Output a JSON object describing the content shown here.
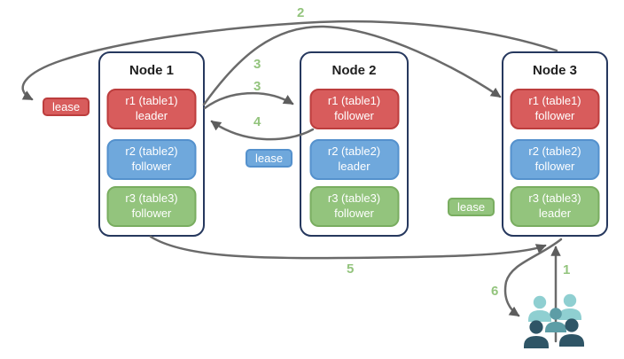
{
  "colors": {
    "red-fill": "#d85c5c",
    "red-border": "#bc3d3d",
    "blue-fill": "#6fa8dc",
    "blue-border": "#5491cd",
    "green-fill": "#93c47d",
    "green-border": "#79ad60",
    "node-border": "#26385e",
    "arrow": "#6a6a6a",
    "arrowhead": "#5d5d5d",
    "step-label": "#93c47d",
    "users-light": "#8fcfd1",
    "users-medium": "#5d9da6",
    "users-dark": "#2f5566"
  },
  "nodes": [
    {
      "title": "Node 1",
      "replicas": [
        {
          "range": "r1 (table1)",
          "role": "leader"
        },
        {
          "range": "r2 (table2)",
          "role": "follower"
        },
        {
          "range": "r3 (table3)",
          "role": "follower"
        }
      ]
    },
    {
      "title": "Node 2",
      "replicas": [
        {
          "range": "r1 (table1)",
          "role": "follower"
        },
        {
          "range": "r2 (table2)",
          "role": "leader"
        },
        {
          "range": "r3 (table3)",
          "role": "follower"
        }
      ]
    },
    {
      "title": "Node 3",
      "replicas": [
        {
          "range": "r1 (table1)",
          "role": "follower"
        },
        {
          "range": "r2 (table2)",
          "role": "follower"
        },
        {
          "range": "r3 (table3)",
          "role": "leader"
        }
      ]
    }
  ],
  "leases": {
    "table1": "lease",
    "table2": "lease",
    "table3": "lease"
  },
  "steps": {
    "s1": "1",
    "s2": "2",
    "s3_to_node3": "3",
    "s3_to_node2": "3",
    "s4": "4",
    "s5": "5",
    "s6": "6"
  },
  "icons": {
    "users": "clients-group"
  }
}
